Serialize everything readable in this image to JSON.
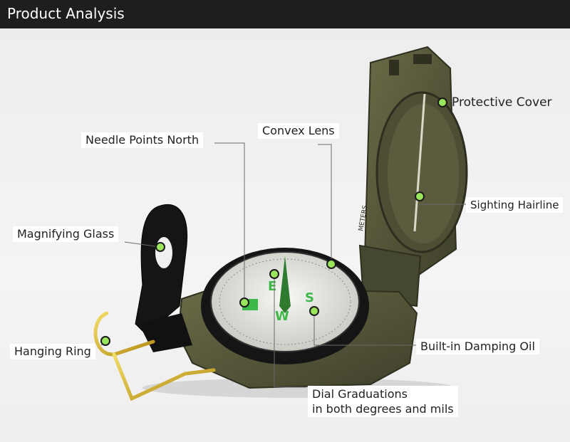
{
  "header": {
    "title": "Product Analysis"
  },
  "labels": {
    "protective_cover": "Protective Cover",
    "needle_points_north": "Needle Points North",
    "convex_lens": "Convex Lens",
    "sighting_hairline": "Sighting Hairline",
    "magnifying_glass": "Magnifying Glass",
    "hanging_ring": "Hanging Ring",
    "built_in_damping_oil": "Built-in Damping Oil",
    "dial_graduations_line1": "Dial Graduations",
    "dial_graduations_line2": "in both degrees and mils"
  },
  "dial": {
    "letters": [
      "E",
      "S",
      "W"
    ]
  },
  "cover_engraving": "METERS",
  "colors": {
    "header_bg": "#1e1e1e",
    "body_olive": "#55563a",
    "body_olive_dark": "#3c3d28",
    "marker_green": "#9be55c",
    "dial_green": "#3fb84a",
    "brass": "#d8b22a"
  }
}
